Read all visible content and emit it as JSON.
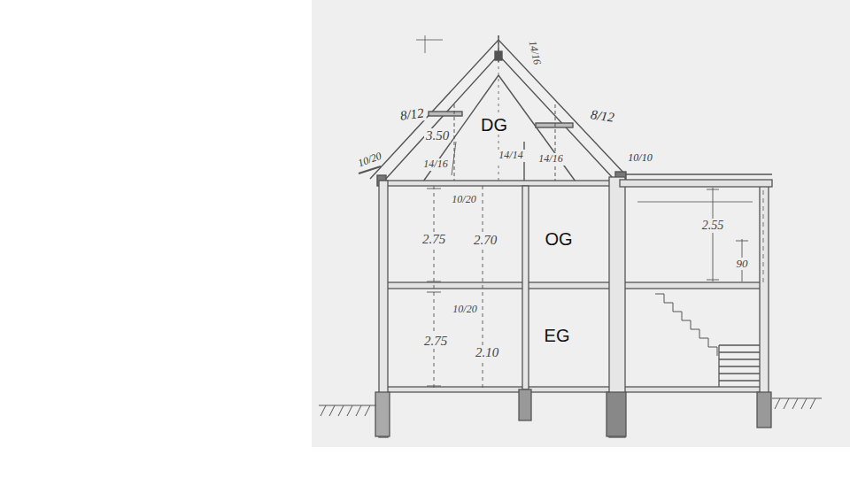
{
  "diagram": {
    "labels": [
      "DG",
      "OG",
      "EG",
      "8/12",
      "8/12",
      "3.50",
      "14/16",
      "10/20",
      "14/16",
      "14/14",
      "14/16",
      "10/10",
      "10/20",
      "2.75",
      "2.70",
      "2.55",
      "90",
      "10/20",
      "2.75",
      "2.10"
    ]
  }
}
